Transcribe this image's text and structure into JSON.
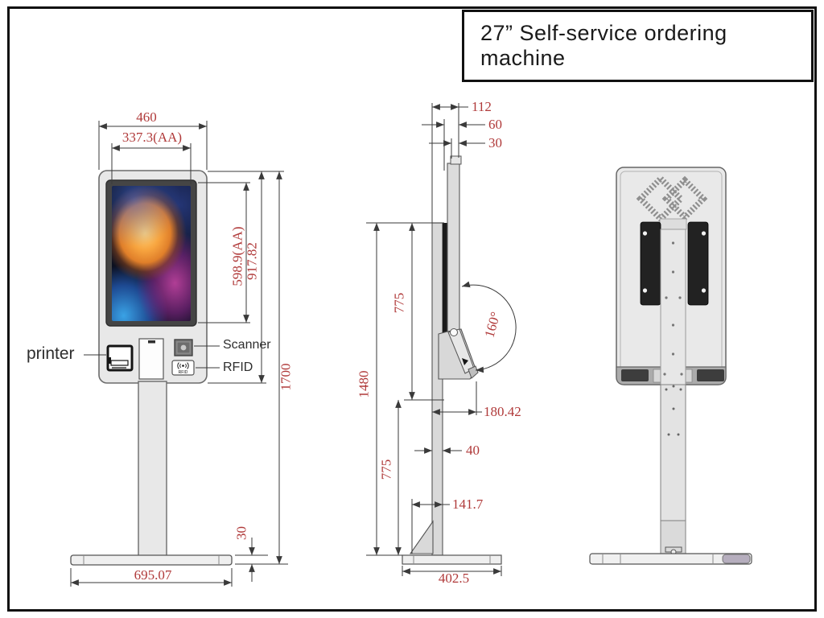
{
  "title": "27” Self-service ordering machine",
  "colors": {
    "dimension_red": "#b03a3a",
    "line": "#3a3a3a",
    "kiosk_body": "#e8e8e8"
  },
  "front_view": {
    "dim_width": "460",
    "dim_screen_width": "337.3(AA)",
    "dim_screen_height": "598.9(AA)",
    "dim_head_height": "917.82",
    "dim_total_height": "1700",
    "dim_base_thickness": "30",
    "dim_base_width": "695.07",
    "label_printer": "printer",
    "label_scanner": "Scanner",
    "label_rfid": "RFID",
    "rfid_badge_text": "RFID"
  },
  "side_view": {
    "dim_top_depth": "112",
    "dim_screen_depth": "60",
    "dim_panel_depth": "30",
    "dim_upper_height": "775",
    "dim_stand_height": "1480",
    "dim_lower_height": "775",
    "dim_tilt_angle": "160°",
    "dim_console_reach": "180.42",
    "dim_pole_depth": "40",
    "dim_gusset_width": "141.7",
    "dim_base_depth": "402.5"
  }
}
